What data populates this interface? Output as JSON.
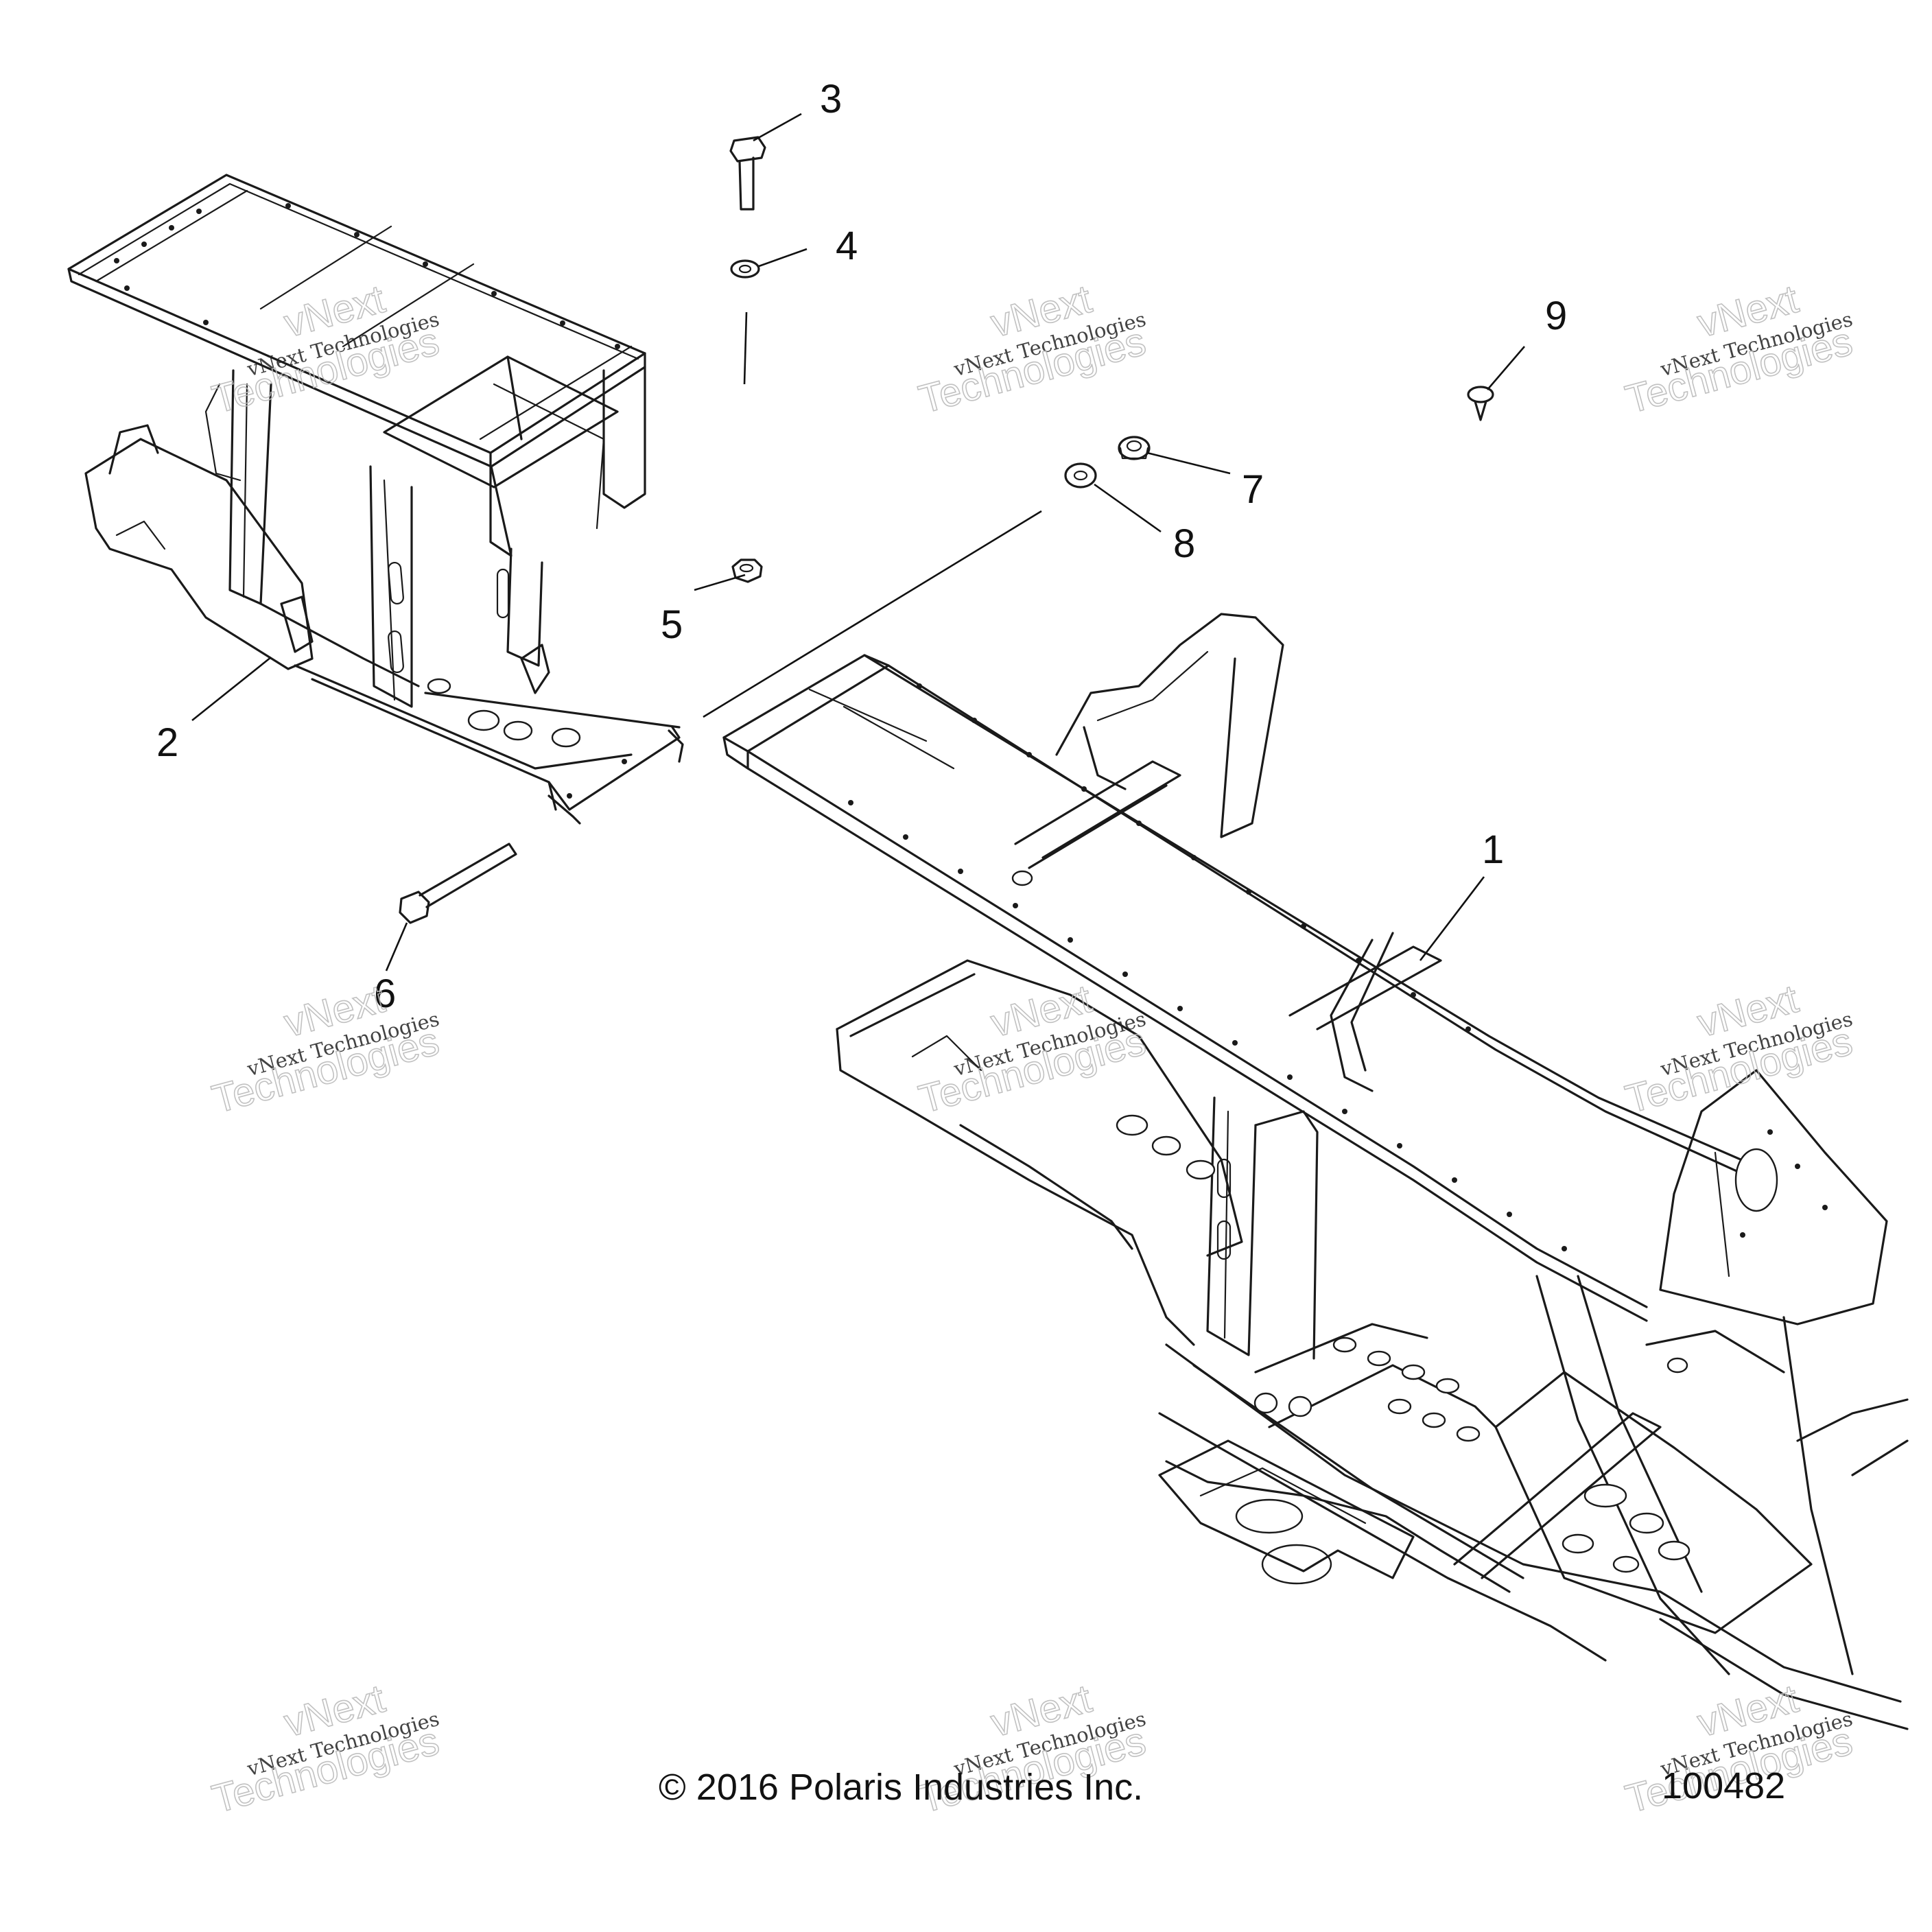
{
  "callouts": [
    {
      "id": "1",
      "label": "1"
    },
    {
      "id": "2",
      "label": "2"
    },
    {
      "id": "3",
      "label": "3"
    },
    {
      "id": "4",
      "label": "4"
    },
    {
      "id": "5",
      "label": "5"
    },
    {
      "id": "6",
      "label": "6"
    },
    {
      "id": "7",
      "label": "7"
    },
    {
      "id": "8",
      "label": "8"
    },
    {
      "id": "9",
      "label": "9"
    }
  ],
  "footer": {
    "copyright": "© 2016 Polaris Industries Inc.",
    "figure_number": "100482"
  },
  "watermark": {
    "line_small": "vNext Technologies",
    "line_big_1": "vNext",
    "line_big_2": "Technologies"
  }
}
